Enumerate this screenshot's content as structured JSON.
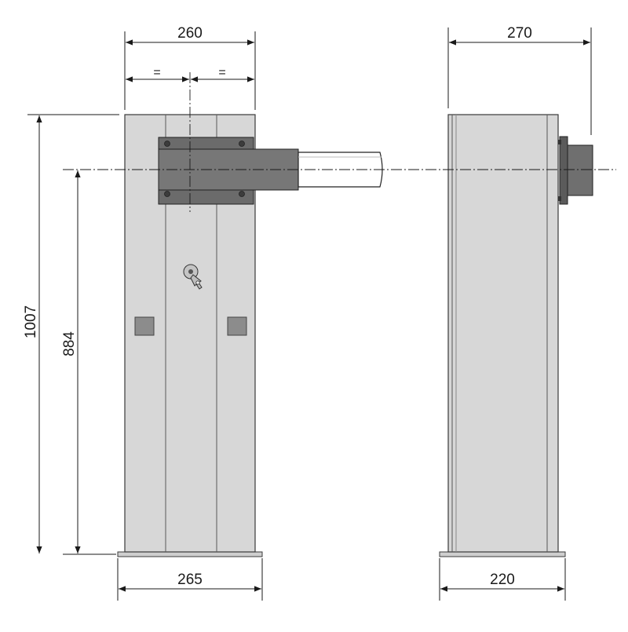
{
  "dimensions": {
    "front_top_width": "260",
    "front_equal_left": "=",
    "front_equal_right": "=",
    "side_top_width": "270",
    "front_total_height": "1007",
    "front_axis_height": "884",
    "front_base_width": "265",
    "side_base_width": "220"
  },
  "colors": {
    "cabinet_fill": "#d7d7d7",
    "cabinet_edge": "#3a3a3a",
    "bracket_fill": "#6b6b6b",
    "bracket_dark": "#4d4d4d",
    "beam_fill": "#ffffff",
    "vent_fill": "#8c8c8c",
    "line": "#1a1a1a"
  },
  "icons": {
    "lock": "key-lock-icon"
  }
}
